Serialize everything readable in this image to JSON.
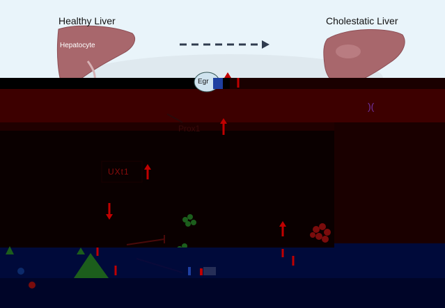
{
  "panels": {
    "healthy": {
      "title": "Healthy Liver",
      "cell_label": "Hepatocyte"
    },
    "cholestatic": {
      "title": "Cholestatic Liver"
    }
  },
  "nodes": {
    "egr": "Egr",
    "mid_label": "Prox1",
    "gene_label": "UXt1"
  },
  "colors": {
    "sky": "#e9f4fa",
    "liver": "#a8676c",
    "liver_dark": "#8c4e55",
    "dark_red_band": "#3d0000",
    "cell_red": "#2a0000",
    "navy_band": "#000a3a",
    "arrow": "#2f3b4e",
    "up_arrow": "#c00000",
    "green": "#1c5e1c",
    "purple": "#7030a0"
  }
}
